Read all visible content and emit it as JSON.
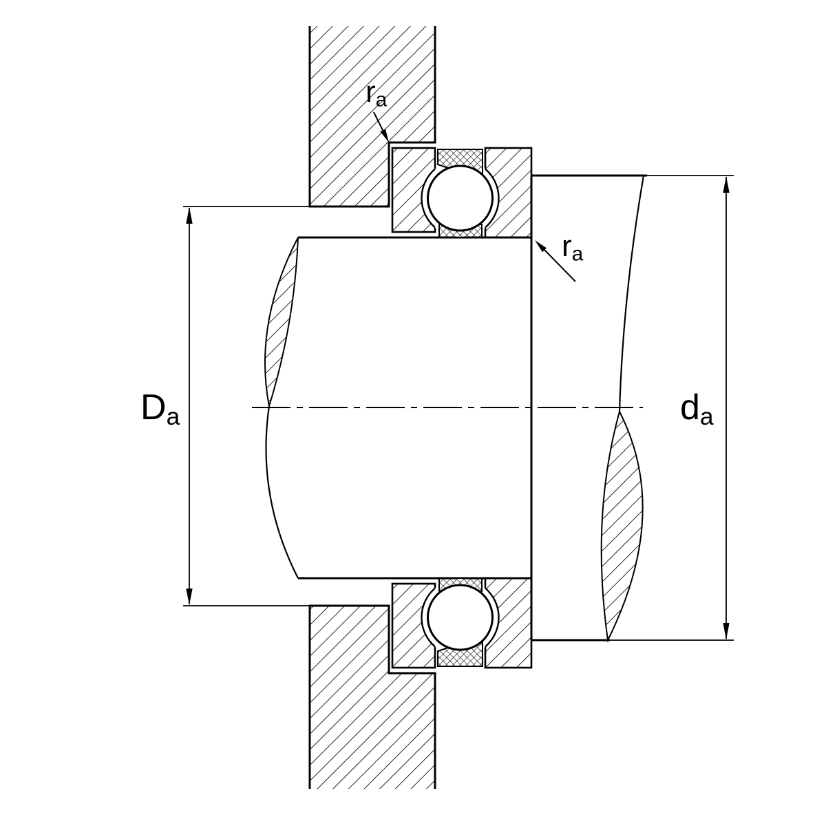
{
  "labels": {
    "housing_abutment": {
      "symbol": "D",
      "subscript": "a"
    },
    "shaft_abutment": {
      "symbol": "d",
      "subscript": "a"
    },
    "fillet_top": {
      "symbol": "r",
      "subscript": "a"
    },
    "fillet_shaft": {
      "symbol": "r",
      "subscript": "a"
    }
  },
  "colors": {
    "line": "#000000",
    "background": "#ffffff"
  }
}
